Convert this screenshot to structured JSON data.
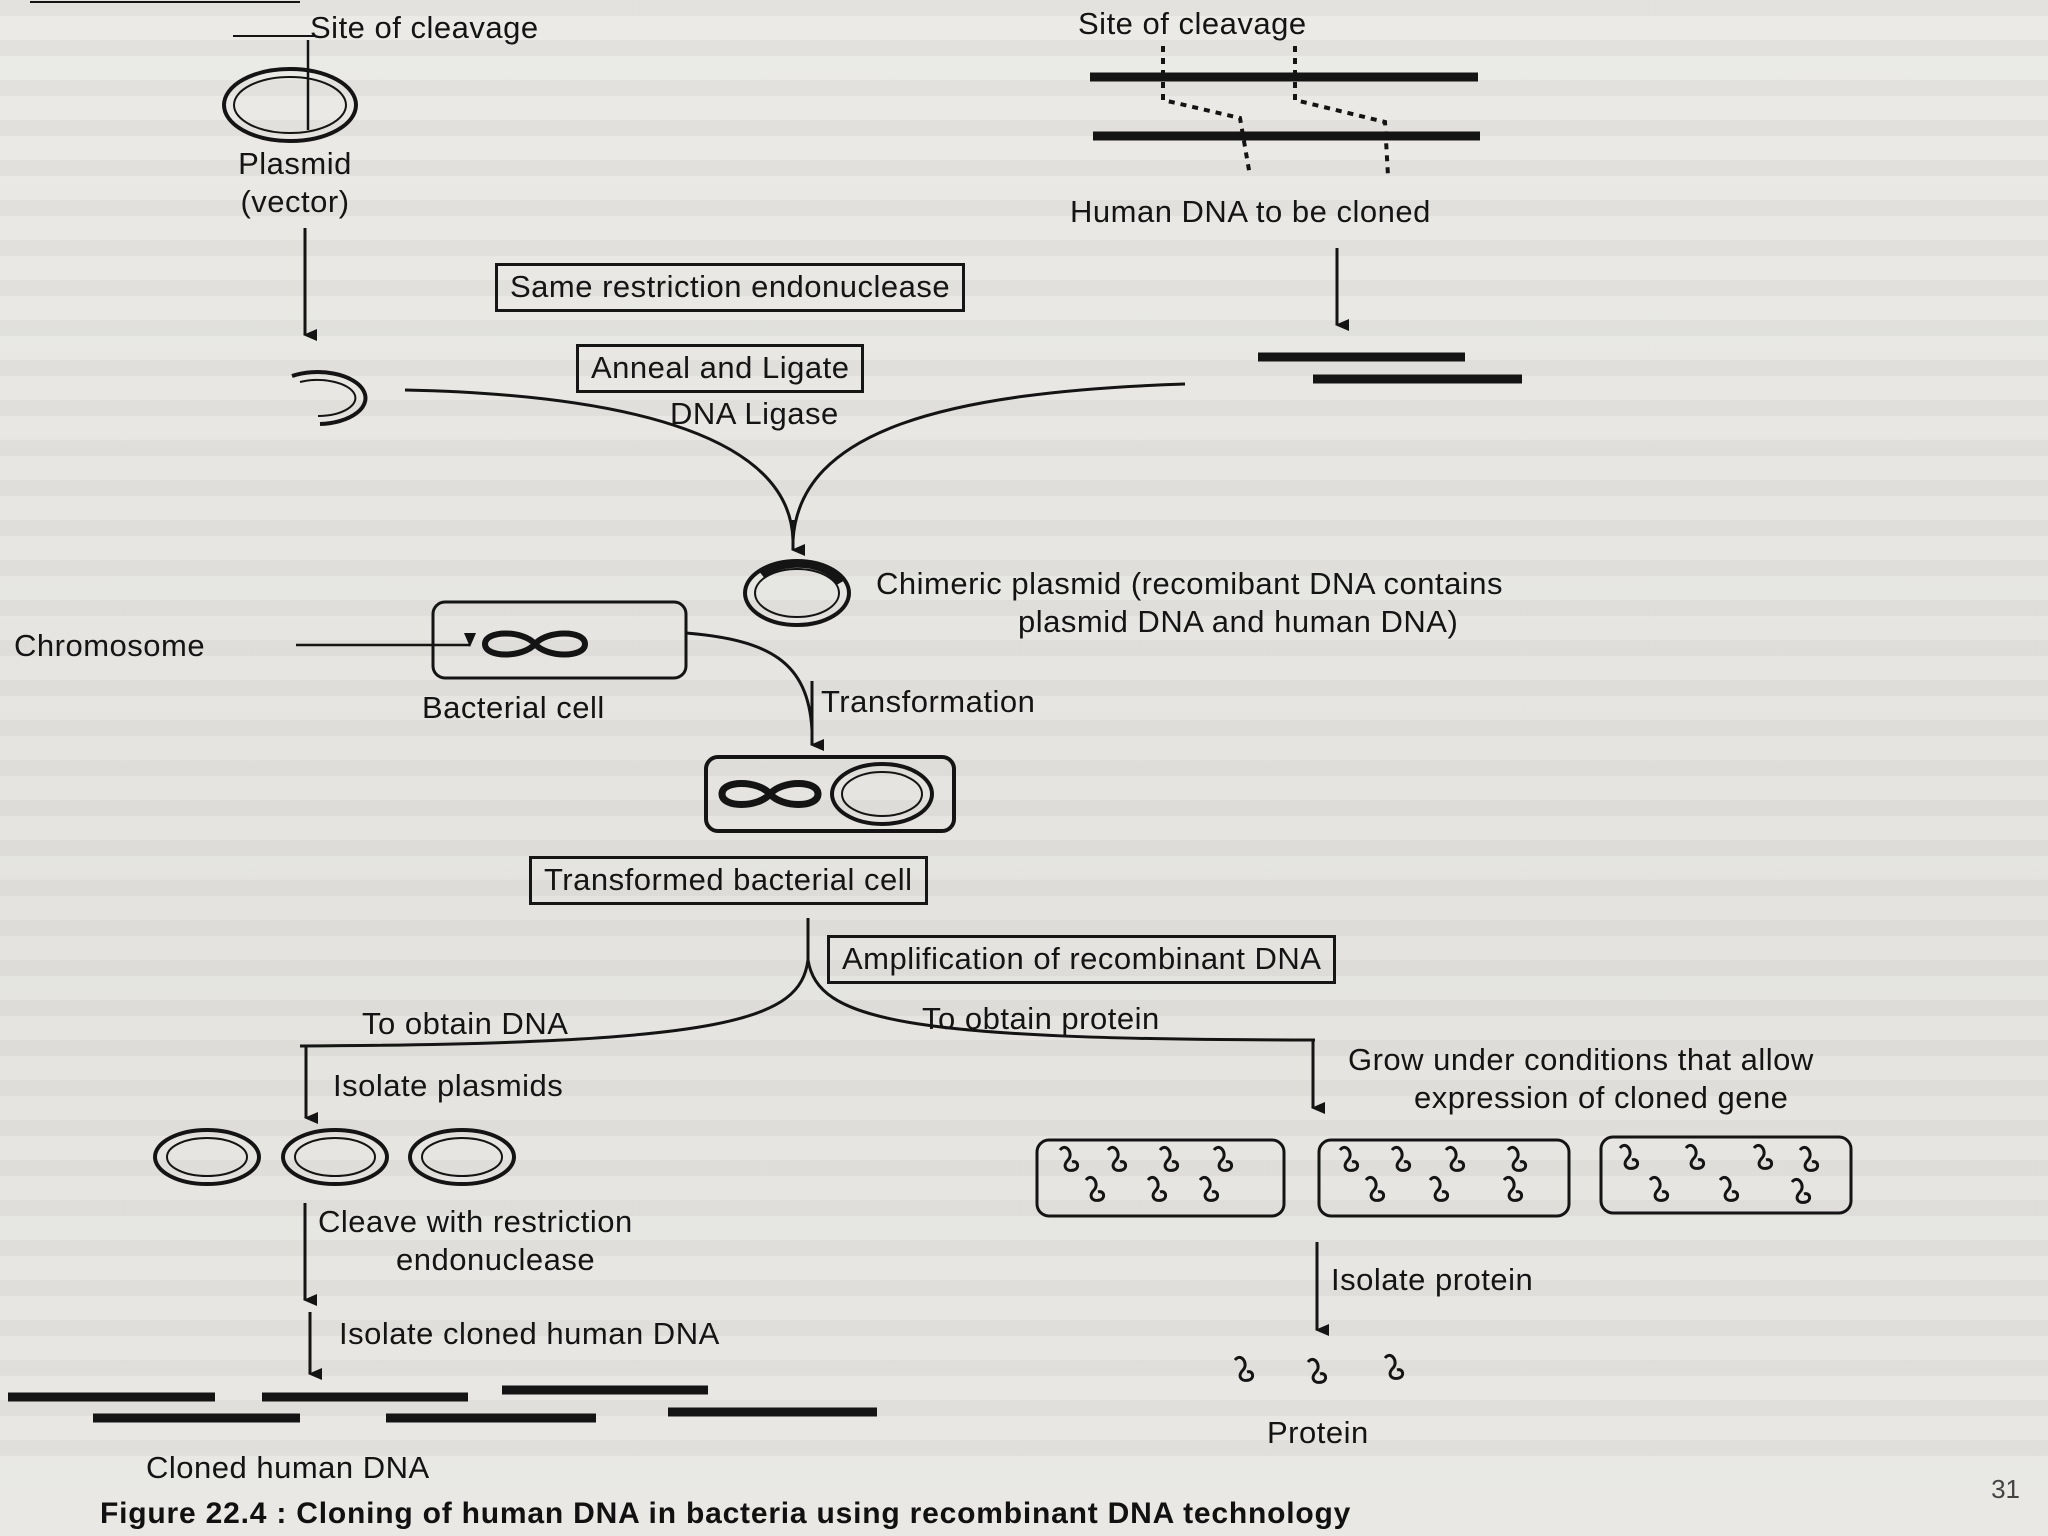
{
  "labels": {
    "site_cleavage_left": "Site of cleavage",
    "site_cleavage_right": "Site of cleavage",
    "plasmid": "Plasmid",
    "vector": "(vector)",
    "human_dna": "Human DNA to be cloned",
    "same_enzyme": "Same restriction endonuclease",
    "anneal": "Anneal and Ligate",
    "dna_ligase": "DNA Ligase",
    "chimeric_1": "Chimeric plasmid (recomibant DNA contains",
    "chimeric_2": "plasmid DNA and human DNA)",
    "chromosome": "Chromosome",
    "bacterial_cell": "Bacterial cell",
    "transformation": "Transformation",
    "transformed_cell": "Transformed bacterial cell",
    "amplification": "Amplification of recombinant DNA",
    "to_obtain_dna": "To obtain DNA",
    "to_obtain_protein": "To obtain protein",
    "isolate_plasmids": "Isolate plasmids",
    "grow_1": "Grow under conditions that allow",
    "grow_2": "expression of cloned gene",
    "cleave_1": "Cleave with restriction",
    "cleave_2": "endonuclease",
    "isolate_cloned": "Isolate cloned human DNA",
    "isolate_protein": "Isolate protein",
    "protein": "Protein",
    "cloned_human_dna": "Cloned human DNA"
  },
  "caption": "Figure 22.4 : Cloning of human DNA in bacteria using recombinant DNA technology",
  "page_number": "31",
  "colors": {
    "ink": "#141414",
    "background": "#e8e7e4"
  }
}
